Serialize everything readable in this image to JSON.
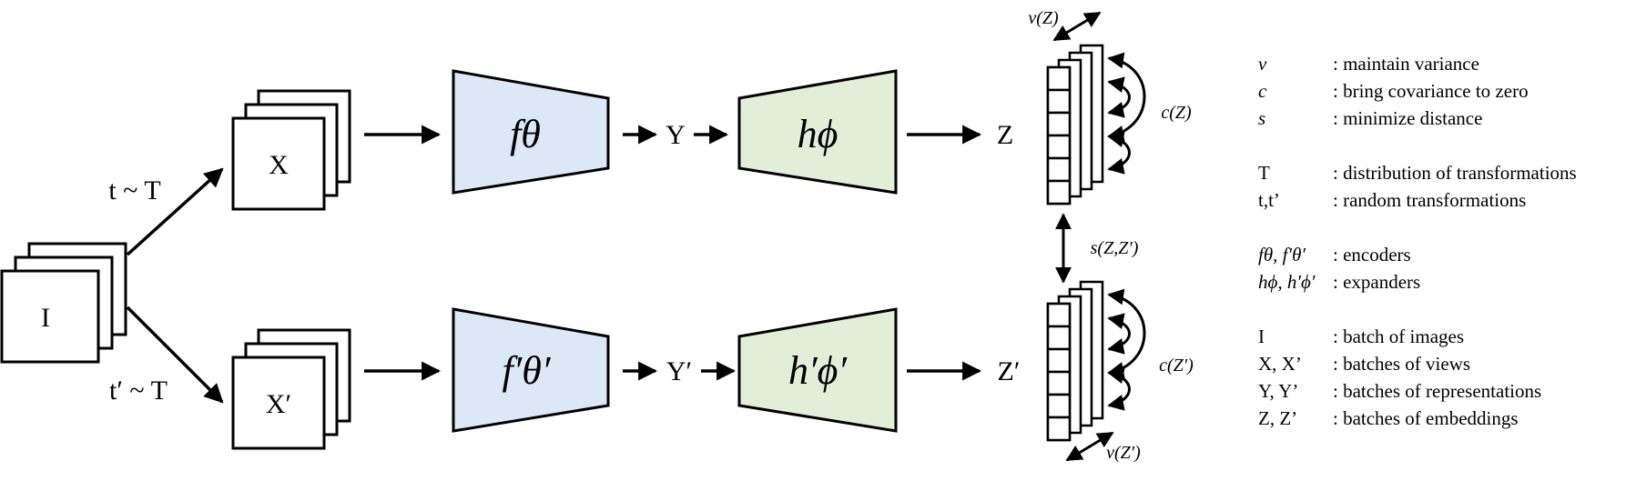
{
  "nodes": {
    "image_batch": "I",
    "view_top": "X",
    "view_bottom": "X′",
    "encoder_top": "fθ",
    "encoder_bottom": "f′θ′",
    "repr_top": "Y",
    "repr_bottom": "Y′",
    "expander_top": "hϕ",
    "expander_bottom": "h′ϕ′",
    "emb_top": "Z",
    "emb_bottom": "Z′"
  },
  "edges": {
    "transform_top": "t ~ T",
    "transform_bottom": "t′ ~ T",
    "variance_top": "v(Z)",
    "covariance_top": "c(Z)",
    "similarity": "s(Z,Z′)",
    "covariance_bottom": "c(Z′)",
    "variance_bottom": "v(Z′)"
  },
  "legend": [
    {
      "key": "v",
      "desc": ": maintain  variance"
    },
    {
      "key": "c",
      "desc": ": bring covariance to zero"
    },
    {
      "key": "s",
      "desc": ": minimize  distance"
    },
    {
      "key": "T",
      "desc": ": distribution  of transformations"
    },
    {
      "key": "t,t’",
      "desc": ": random transformations"
    },
    {
      "key": "fθ, f′θ′",
      "desc": ": encoders"
    },
    {
      "key": "hϕ, h′ϕ′",
      "desc": ": expanders"
    },
    {
      "key": "I",
      "desc": ": batch  of images"
    },
    {
      "key": "X, X’",
      "desc": ": batches  of views"
    },
    {
      "key": "Y, Y’",
      "desc": ": batches  of representations"
    },
    {
      "key": "Z, Z’",
      "desc": ": batches  of embeddings"
    }
  ],
  "colors": {
    "encoder_fill": "#dce8f5",
    "expander_fill": "#e3eed8",
    "stroke": "#000000"
  }
}
